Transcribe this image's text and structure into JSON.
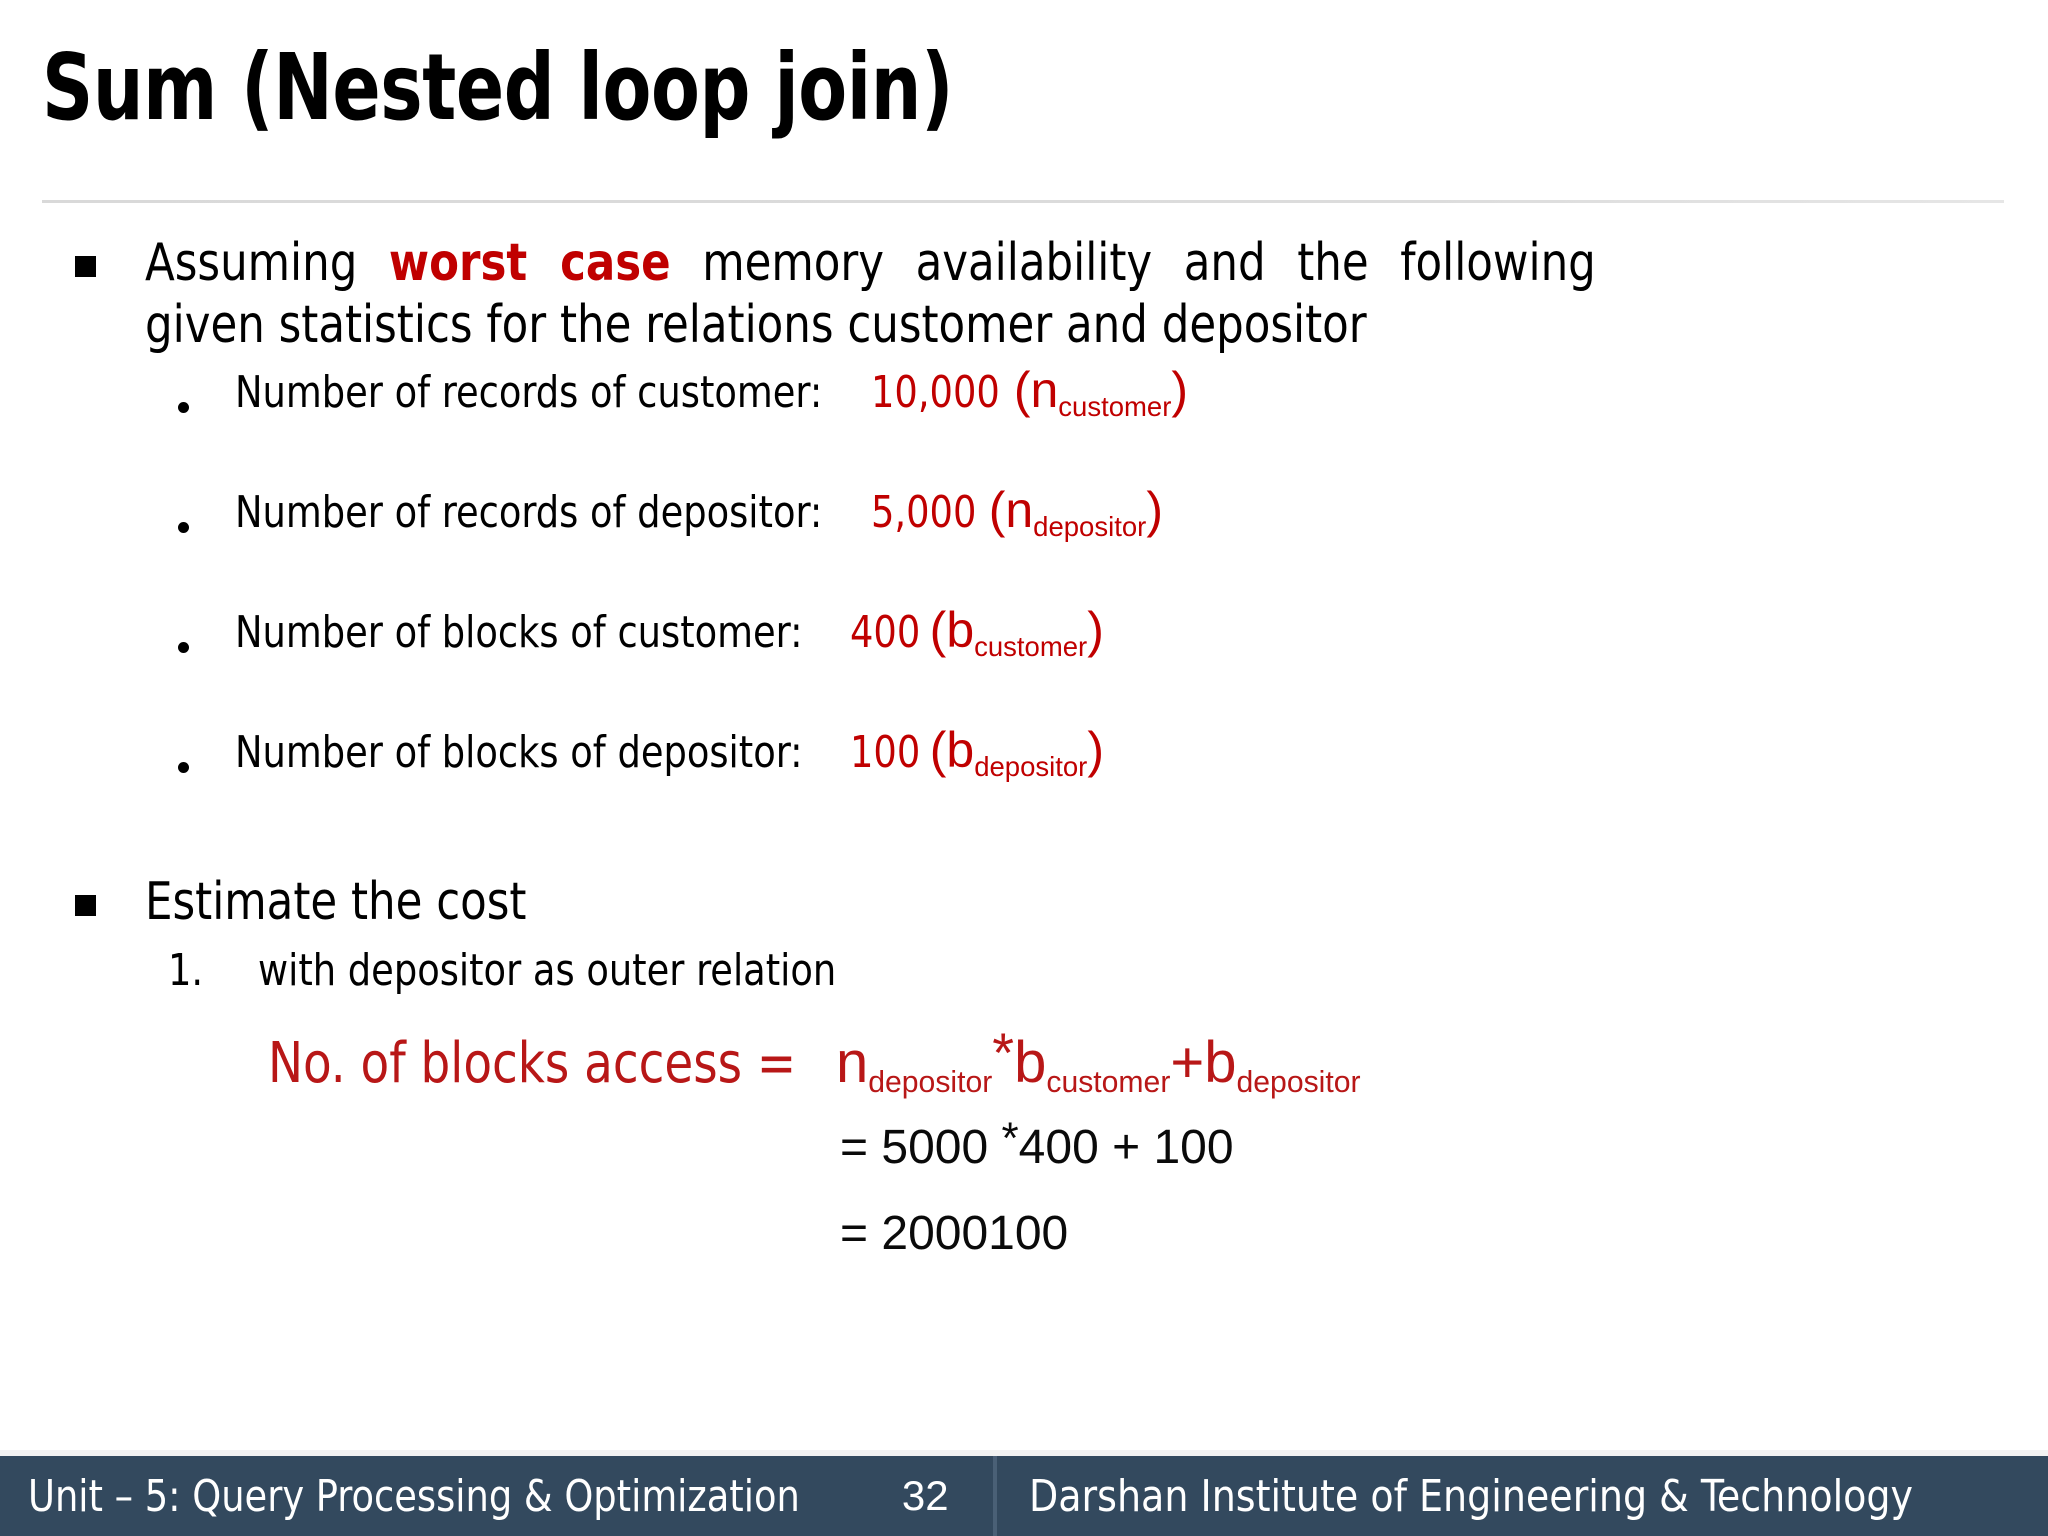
{
  "slide": {
    "title": "Sum (Nested loop join)",
    "bullets": {
      "assuming_pre": "Assuming ",
      "assuming_emphasis": "worst case",
      "assuming_post": " memory availability and the following given statistics for the relations customer and depositor",
      "estimate": "Estimate the cost"
    },
    "stats": [
      {
        "label": "Number of records of customer:",
        "value": "10,000",
        "symbol_open": "(",
        "symbol_base": "n",
        "symbol_sub": "customer",
        "symbol_close": ")"
      },
      {
        "label": "Number of records of depositor:",
        "value": "5,000",
        "symbol_open": "(",
        "symbol_base": "n",
        "symbol_sub": "depositor",
        "symbol_close": ")"
      },
      {
        "label": "Number of blocks of customer:",
        "value": "400",
        "symbol_open": "(",
        "symbol_base": "b",
        "symbol_sub": "customer",
        "symbol_close": ")"
      },
      {
        "label": "Number of blocks of depositor:",
        "value": "100",
        "symbol_open": "(",
        "symbol_base": "b",
        "symbol_sub": "depositor",
        "symbol_close": ")"
      }
    ],
    "numbered": [
      {
        "marker": "1.",
        "text": "with depositor as outer relation"
      }
    ],
    "formula": {
      "lead": "No. of blocks access = ",
      "term1_base": "n",
      "term1_sub": "depositor",
      "operator1": "*",
      "term2_base": "b",
      "term2_sub": "customer",
      "operator2": "+",
      "term3_base": "b",
      "term3_sub": "depositor",
      "line_eq": "= 5000 ",
      "line_eq_star": "*",
      "line_eq_rest": "400 + 100",
      "line_total": "= 2000100"
    }
  },
  "footer": {
    "unit": "Unit – 5: Query Processing & Optimization",
    "page": "32",
    "institute": "Darshan Institute of Engineering & Technology"
  },
  "colors": {
    "accent_red": "#C00000",
    "formula_red": "#B81717",
    "footer_bg": "#33495e",
    "rule": "#d9d9d9"
  }
}
